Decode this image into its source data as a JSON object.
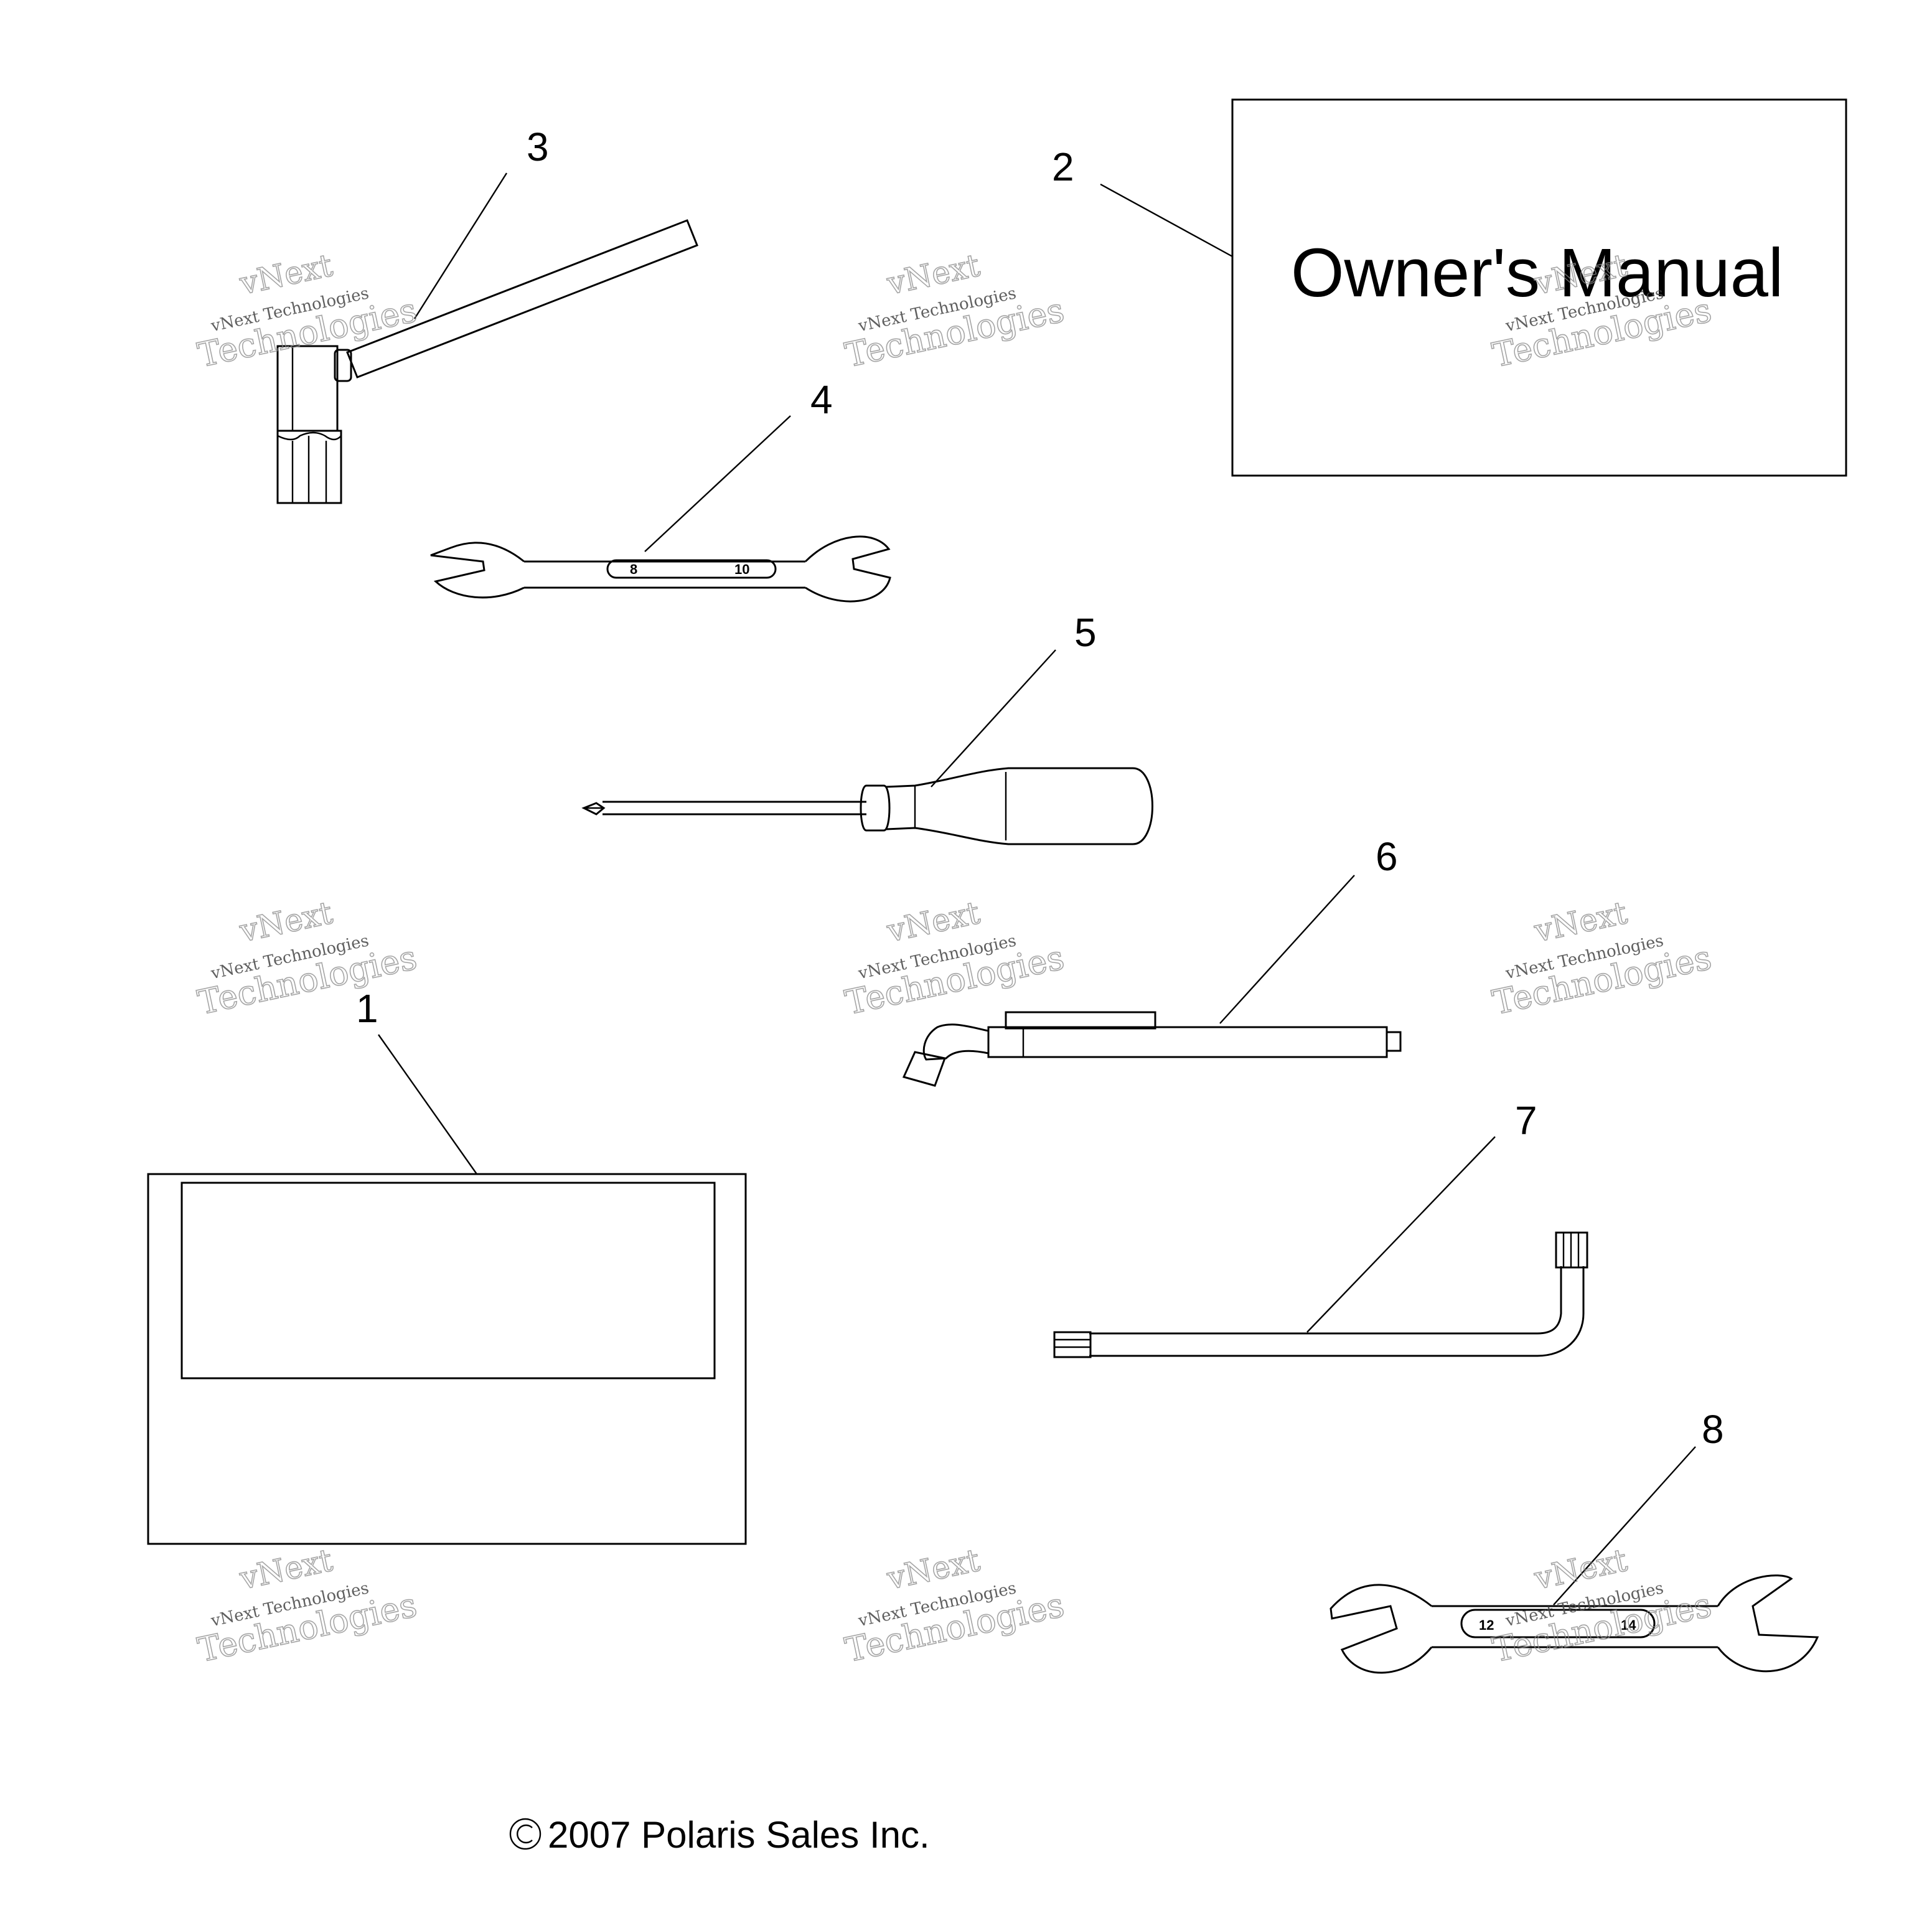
{
  "parts": [
    {
      "id": "part-1",
      "callout": "1"
    },
    {
      "id": "part-2",
      "callout": "2",
      "label": "Owner's Manual"
    },
    {
      "id": "part-3",
      "callout": "3"
    },
    {
      "id": "part-4",
      "callout": "4",
      "sizes": [
        "8",
        "10"
      ]
    },
    {
      "id": "part-5",
      "callout": "5"
    },
    {
      "id": "part-6",
      "callout": "6"
    },
    {
      "id": "part-7",
      "callout": "7"
    },
    {
      "id": "part-8",
      "callout": "8",
      "sizes": [
        "12",
        "14"
      ]
    }
  ],
  "copyright": "2007 Polaris Sales Inc.",
  "watermark": {
    "line1": "vNext",
    "line2": "vNext Technologies",
    "line3": "Technologies"
  }
}
